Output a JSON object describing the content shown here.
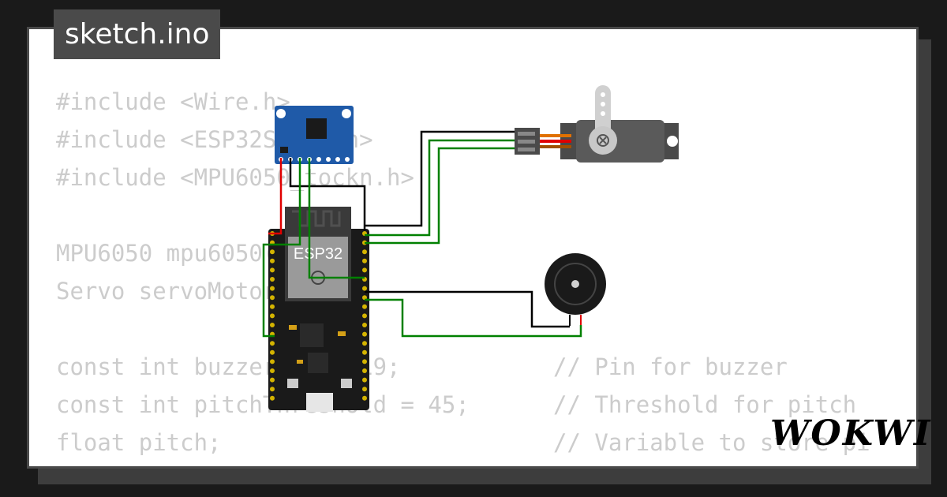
{
  "file_tab": {
    "label": "sketch.ino"
  },
  "code_lines": [
    {
      "code": "#include <Wire.h>",
      "comment": ""
    },
    {
      "code": "#include <ESP32Servo.h>",
      "comment": ""
    },
    {
      "code": "#include <MPU6050_tockn.h>",
      "comment": ""
    },
    {
      "code": "",
      "comment": ""
    },
    {
      "code": "MPU6050 mpu6050(Wire);",
      "comment": ""
    },
    {
      "code": "Servo servoMotor;",
      "comment": ""
    },
    {
      "code": "",
      "comment": ""
    },
    {
      "code": "const int buzzerPin = 19;",
      "comment": "// Pin for buzzer"
    },
    {
      "code": "const int pitchThreshold = 45;",
      "comment": "// Threshold for pitch"
    },
    {
      "code": "float pitch;",
      "comment": "// Variable to store pi"
    }
  ],
  "board": {
    "label": "ESP32"
  },
  "brand": {
    "logo": "WOKWI"
  },
  "colors": {
    "wire_red": "#e00000",
    "wire_black": "#000000",
    "wire_green": "#008000",
    "board": "#1a1a1a",
    "mpu_board": "#1f5aa8",
    "servo_body": "#5a5a5a",
    "code_text": "#cccccc"
  }
}
